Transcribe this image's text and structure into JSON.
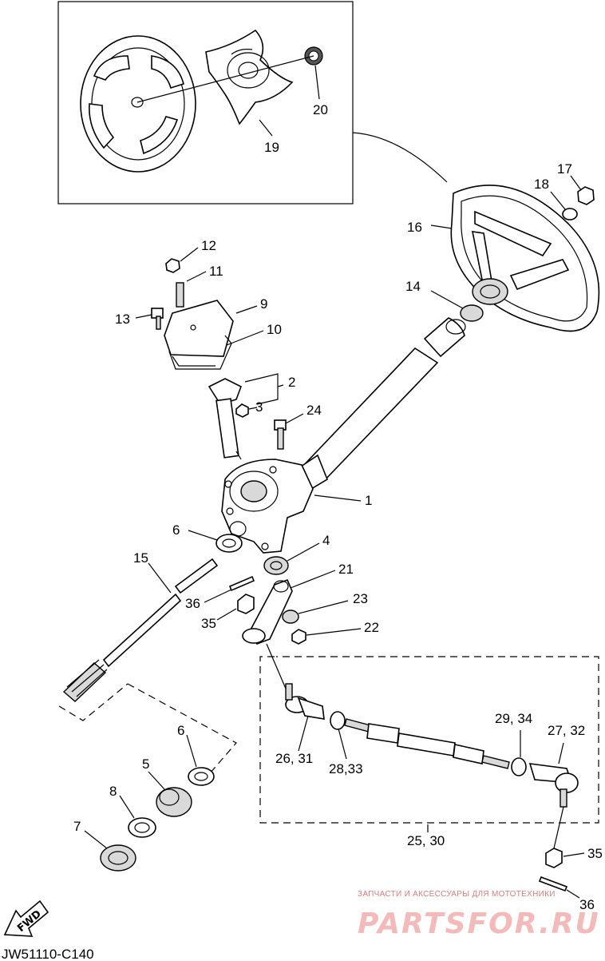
{
  "diagram": {
    "code": "JW51110-C140",
    "fwd_label": "FWD",
    "watermark_text": "ЗАПЧАСТИ И АКСЕССУАРЫ ДЛЯ МОТОТЕХНИКИ",
    "watermark_logo": "PARTSFOR.RU",
    "callouts": [
      {
        "id": "c1",
        "text": "1"
      },
      {
        "id": "c2",
        "text": "2"
      },
      {
        "id": "c3",
        "text": "3"
      },
      {
        "id": "c4",
        "text": "4"
      },
      {
        "id": "c5",
        "text": "5"
      },
      {
        "id": "c6a",
        "text": "6"
      },
      {
        "id": "c6b",
        "text": "6"
      },
      {
        "id": "c7",
        "text": "7"
      },
      {
        "id": "c8",
        "text": "8"
      },
      {
        "id": "c9",
        "text": "9"
      },
      {
        "id": "c10",
        "text": "10"
      },
      {
        "id": "c11",
        "text": "11"
      },
      {
        "id": "c12",
        "text": "12"
      },
      {
        "id": "c13",
        "text": "13"
      },
      {
        "id": "c14",
        "text": "14"
      },
      {
        "id": "c15",
        "text": "15"
      },
      {
        "id": "c16",
        "text": "16"
      },
      {
        "id": "c17",
        "text": "17"
      },
      {
        "id": "c18",
        "text": "18"
      },
      {
        "id": "c19",
        "text": "19"
      },
      {
        "id": "c20",
        "text": "20"
      },
      {
        "id": "c21",
        "text": "21"
      },
      {
        "id": "c22",
        "text": "22"
      },
      {
        "id": "c23",
        "text": "23"
      },
      {
        "id": "c24",
        "text": "24"
      },
      {
        "id": "c25",
        "text": "25, 30"
      },
      {
        "id": "c26",
        "text": "26, 31"
      },
      {
        "id": "c27",
        "text": "27, 32"
      },
      {
        "id": "c28",
        "text": "28,33"
      },
      {
        "id": "c29",
        "text": "29, 34"
      },
      {
        "id": "c35a",
        "text": "35"
      },
      {
        "id": "c35b",
        "text": "35"
      },
      {
        "id": "c36a",
        "text": "36"
      },
      {
        "id": "c36b",
        "text": "36"
      }
    ]
  }
}
